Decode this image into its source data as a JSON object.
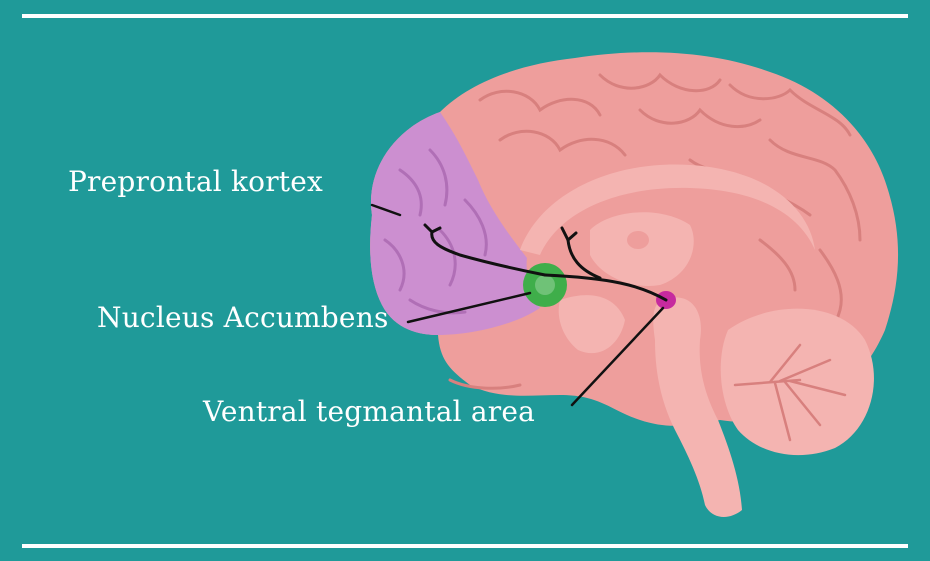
{
  "colors": {
    "background": "#1f9a99",
    "rule": "#ffffff",
    "brain_outer": "#ee9e9c",
    "brain_gyri": "#f4b4b1",
    "brain_fold": "#d8807e",
    "prefrontal_region": "#cc8fd0",
    "prefrontal_fold": "#b06fb6",
    "nucleus_accumbens": "#3fae4a",
    "vta": "#c62a9e",
    "pathway": "#111111",
    "label_text": "#ffffff"
  },
  "labels": {
    "prefrontal": "Preprontal kortex",
    "nucleus_accumbens": "Nucleus Accumbens",
    "vta": "Ventral tegmantal area"
  }
}
